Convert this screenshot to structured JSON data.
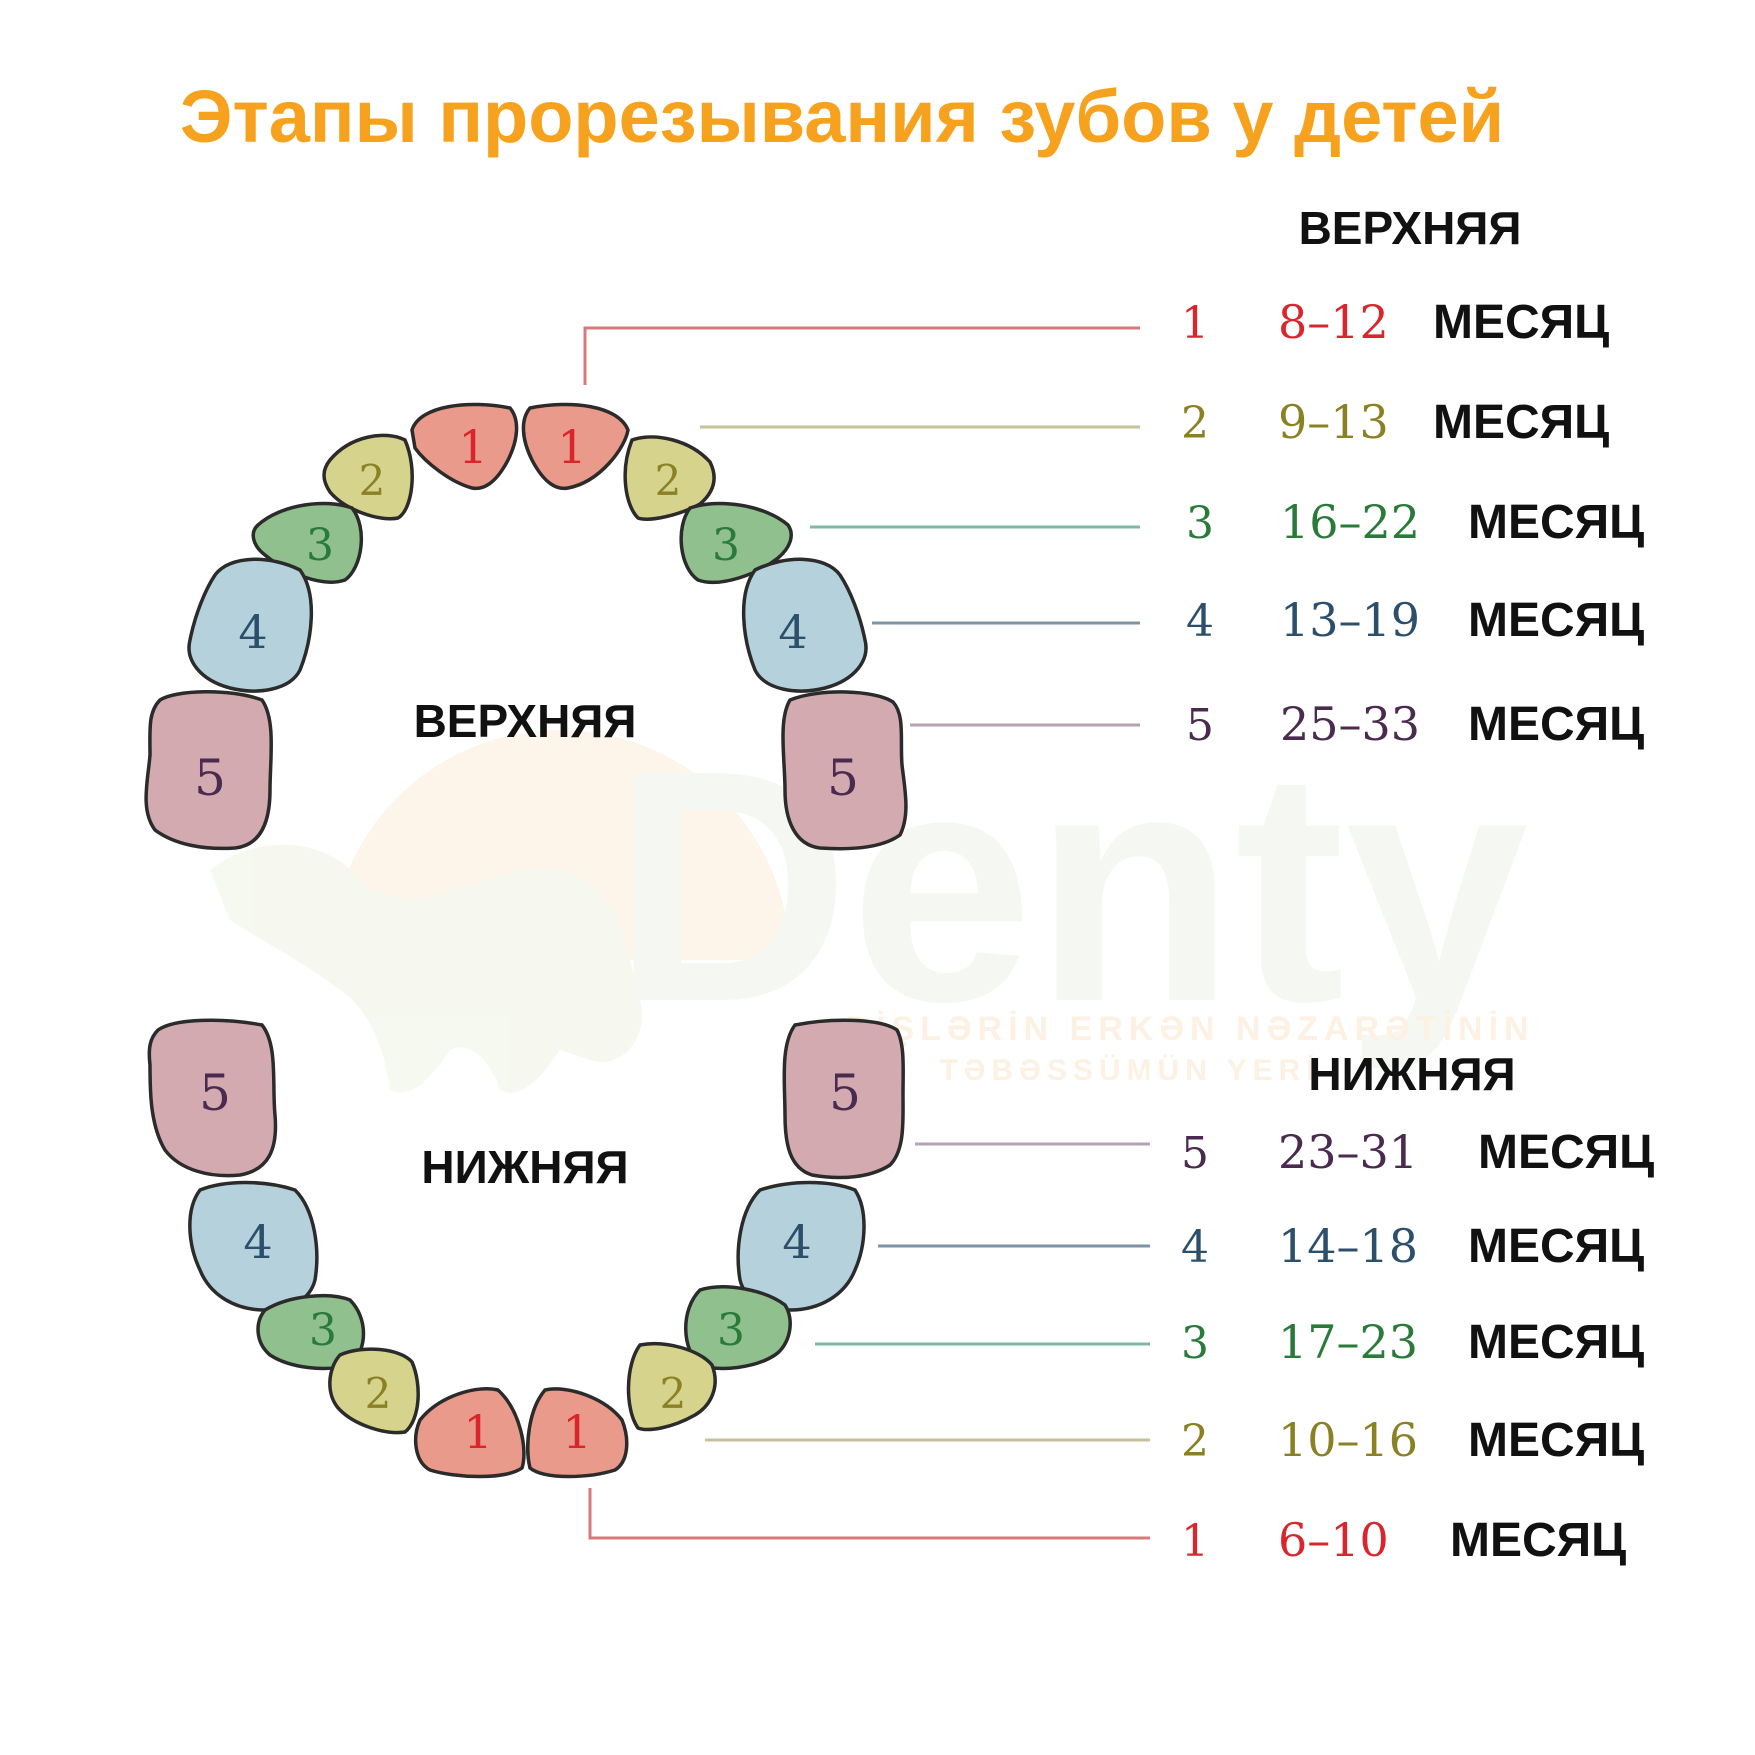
{
  "title": "Этапы прорезывания зубов у детей",
  "watermark": {
    "logo_text": "Denty",
    "tagline_1": "DİŞLƏRİN ERKƏN NƏZARƏTİNİN",
    "tagline_2": "TƏBƏSSÜMÜN YERİ"
  },
  "upper": {
    "arch_label": "ВЕРХНЯЯ",
    "legend_header": "ВЕРХНЯЯ",
    "rows": [
      {
        "tooth": "1",
        "range": "8–12",
        "unit": "МЕСЯЦ"
      },
      {
        "tooth": "2",
        "range": "9–13",
        "unit": "МЕСЯЦ"
      },
      {
        "tooth": "3",
        "range": "16–22",
        "unit": "МЕСЯЦ"
      },
      {
        "tooth": "4",
        "range": "13–19",
        "unit": "МЕСЯЦ"
      },
      {
        "tooth": "5",
        "range": "25–33",
        "unit": "МЕСЯЦ"
      }
    ]
  },
  "lower": {
    "arch_label": "НИЖНЯЯ",
    "legend_header": "НИЖНЯЯ",
    "rows": [
      {
        "tooth": "5",
        "range": "23–31",
        "unit": "МЕСЯЦ"
      },
      {
        "tooth": "4",
        "range": "14–18",
        "unit": "МЕСЯЦ"
      },
      {
        "tooth": "3",
        "range": "17–23",
        "unit": "МЕСЯЦ"
      },
      {
        "tooth": "2",
        "range": "10–16",
        "unit": "МЕСЯЦ"
      },
      {
        "tooth": "1",
        "range": "6–10",
        "unit": "МЕСЯЦ"
      }
    ]
  },
  "colors": {
    "title": "#f6a21e",
    "tooth1_fill": "#ea9a8a",
    "tooth1_text": "#d8262c",
    "line1": "#d67a7e",
    "tooth2_fill": "#d6d38c",
    "tooth2_text": "#8a8124",
    "line2": "#c6c29a",
    "tooth3_fill": "#8fc08e",
    "tooth3_text": "#2a7a3a",
    "line3": "#7fb8a0",
    "tooth4_fill": "#b5d2dc",
    "tooth4_text": "#2c4f6c",
    "line4": "#7f93a6",
    "tooth5_fill": "#d2aab0",
    "tooth5_text": "#4a2a4e",
    "line5": "#b7a2b4",
    "outline": "#2b2b2b"
  }
}
